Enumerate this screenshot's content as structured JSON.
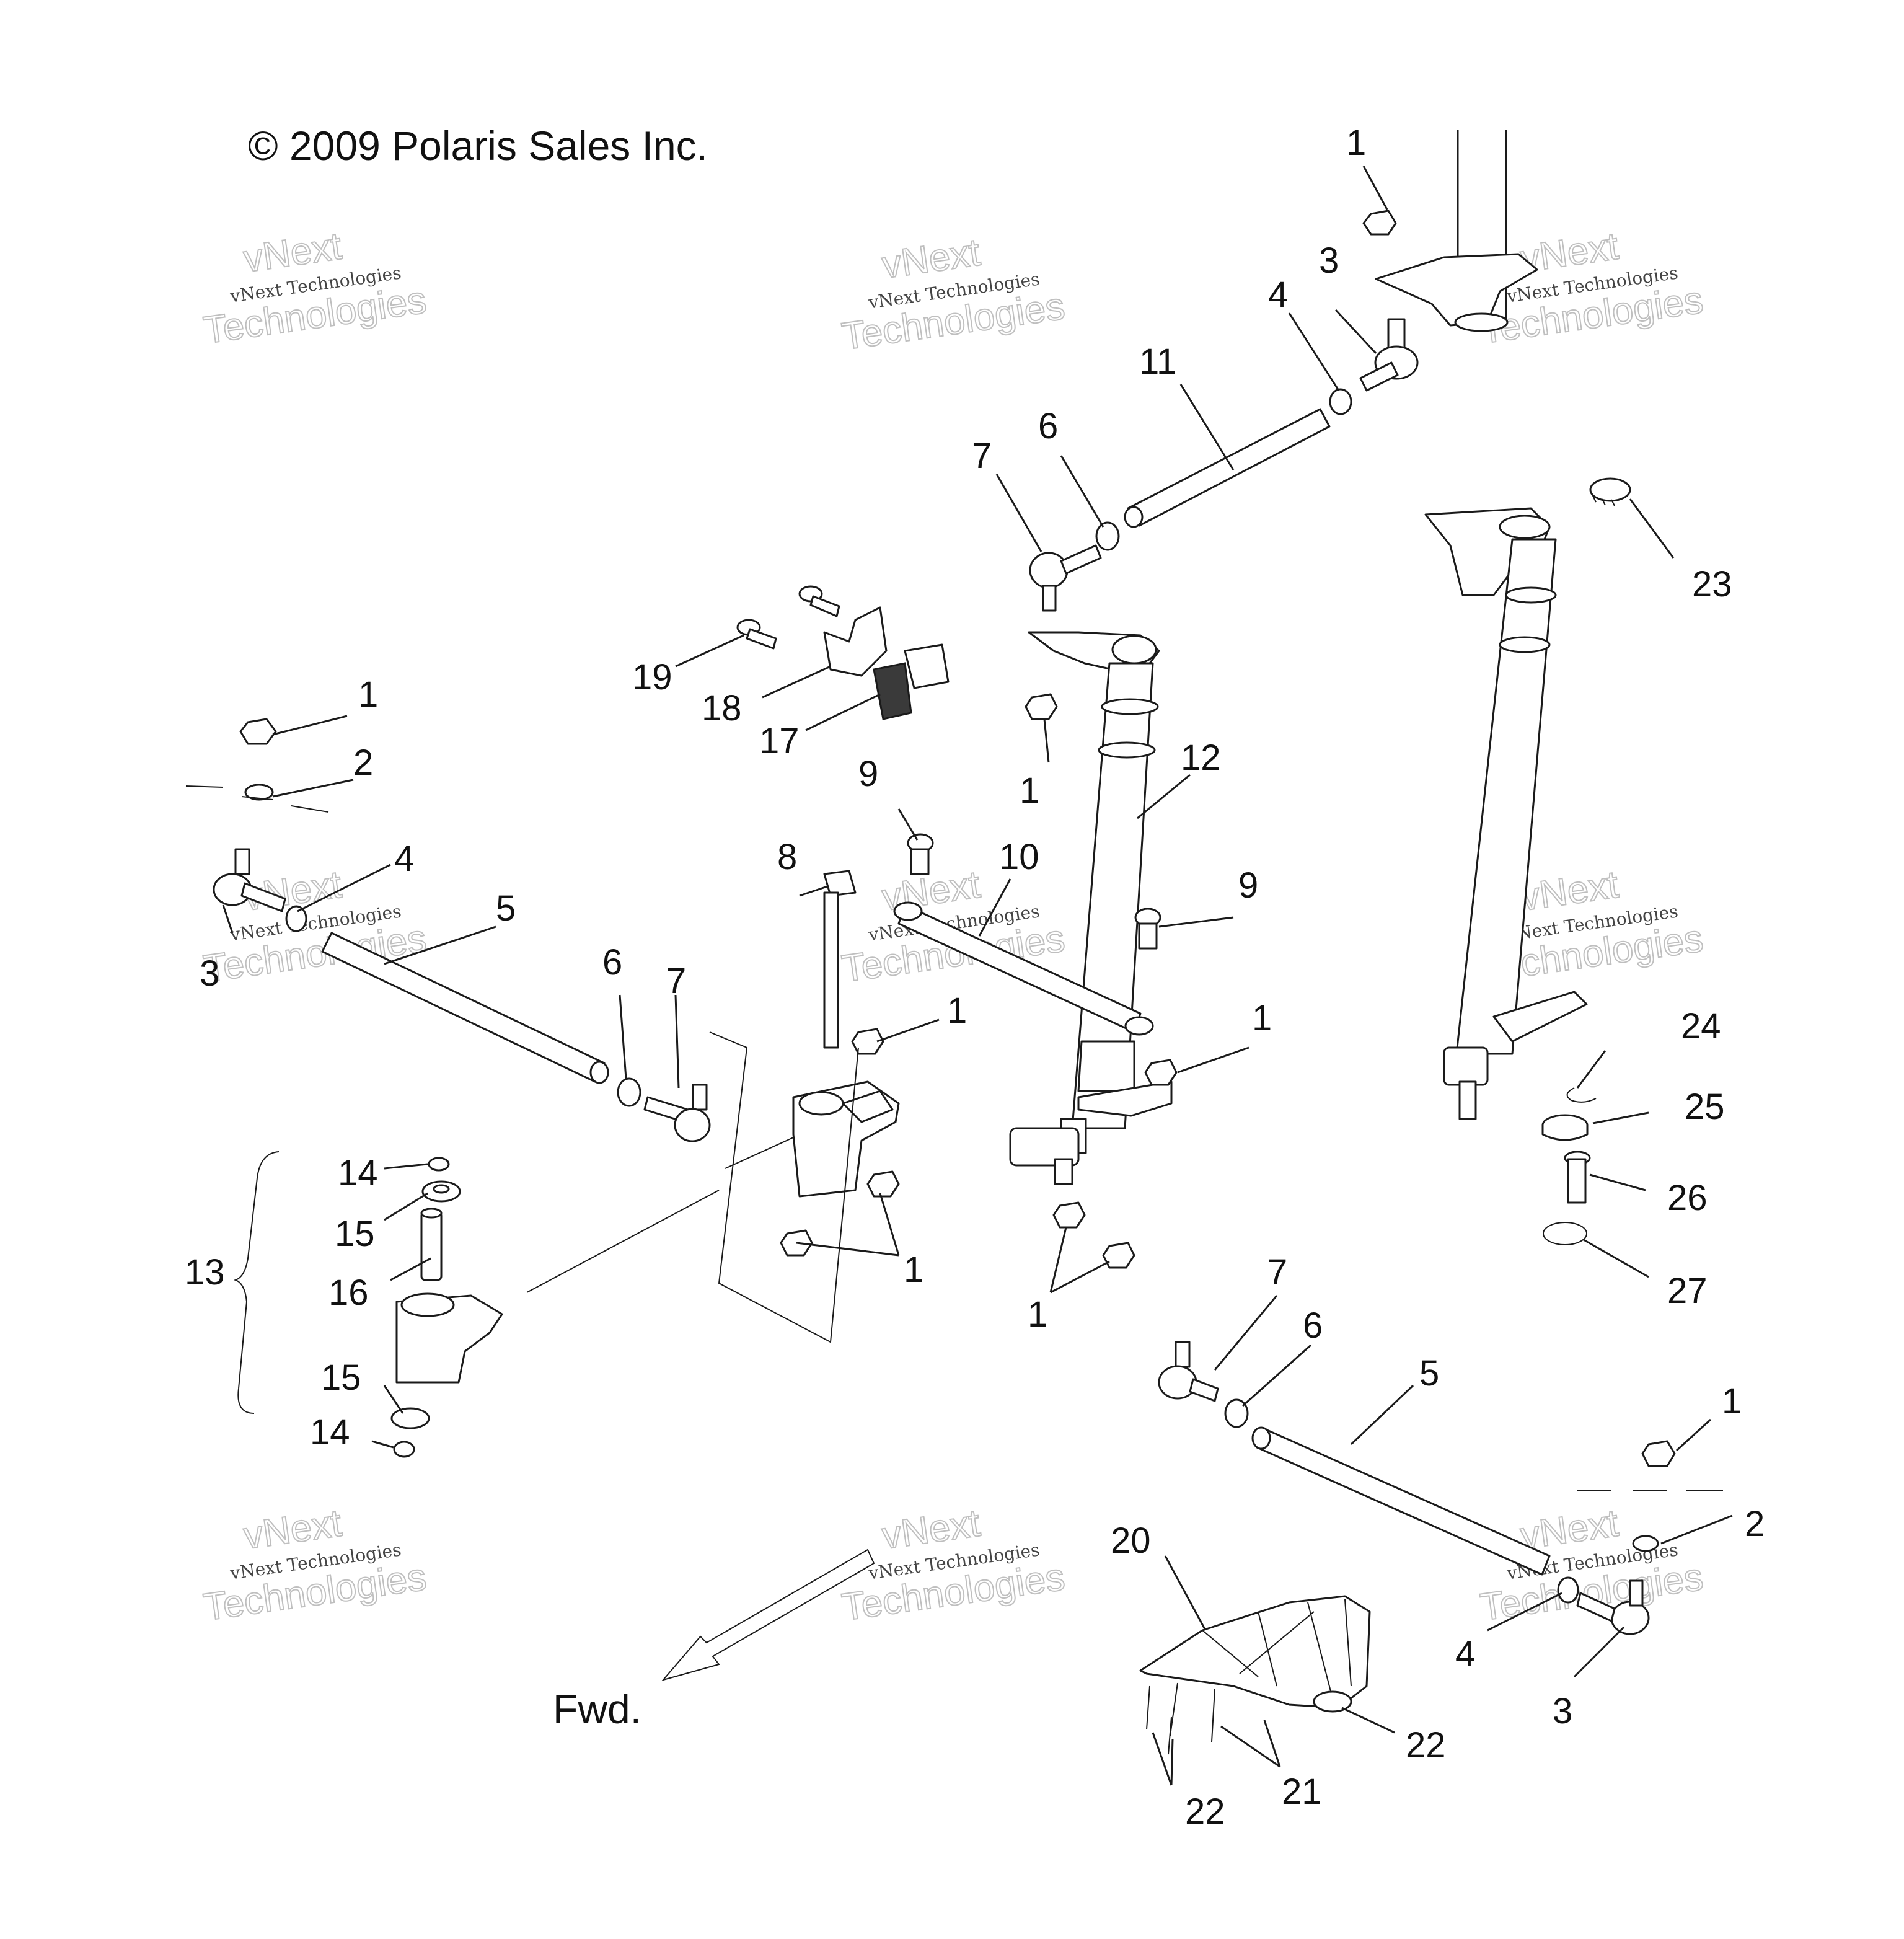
{
  "copyright": "© 2009 Polaris Sales Inc.",
  "direction_label": "Fwd.",
  "watermark": {
    "line1": "vNext Technologies",
    "line2": "vNext",
    "line3": "Technologies"
  },
  "callouts": {
    "c1_top": "1",
    "c3_top": "3",
    "c4_top": "4",
    "c11": "11",
    "c6_top": "6",
    "c7_top": "7",
    "c23": "23",
    "c19": "19",
    "c18": "18",
    "c17": "17",
    "c1_mid": "1",
    "c12": "12",
    "c1_left": "1",
    "c2_left": "2",
    "c4_left": "4",
    "c3_left": "3",
    "c5_left": "5",
    "c6_left": "6",
    "c7_left": "7",
    "c9_a": "9",
    "c8": "8",
    "c10": "10",
    "c9_b": "9",
    "c1_c": "1",
    "c1_d": "1",
    "c24": "24",
    "c25": "25",
    "c26": "26",
    "c27": "27",
    "c14_top": "14",
    "c15_top": "15",
    "c16": "16",
    "c13": "13",
    "c15_bot": "15",
    "c14_bot": "14",
    "c1_e": "1",
    "c1_f": "1",
    "c7_right": "7",
    "c6_right": "6",
    "c5_right": "5",
    "c1_right": "1",
    "c2_right": "2",
    "c4_right": "4",
    "c3_right": "3",
    "c20": "20",
    "c22_a": "22",
    "c21": "21",
    "c22_b": "22"
  }
}
